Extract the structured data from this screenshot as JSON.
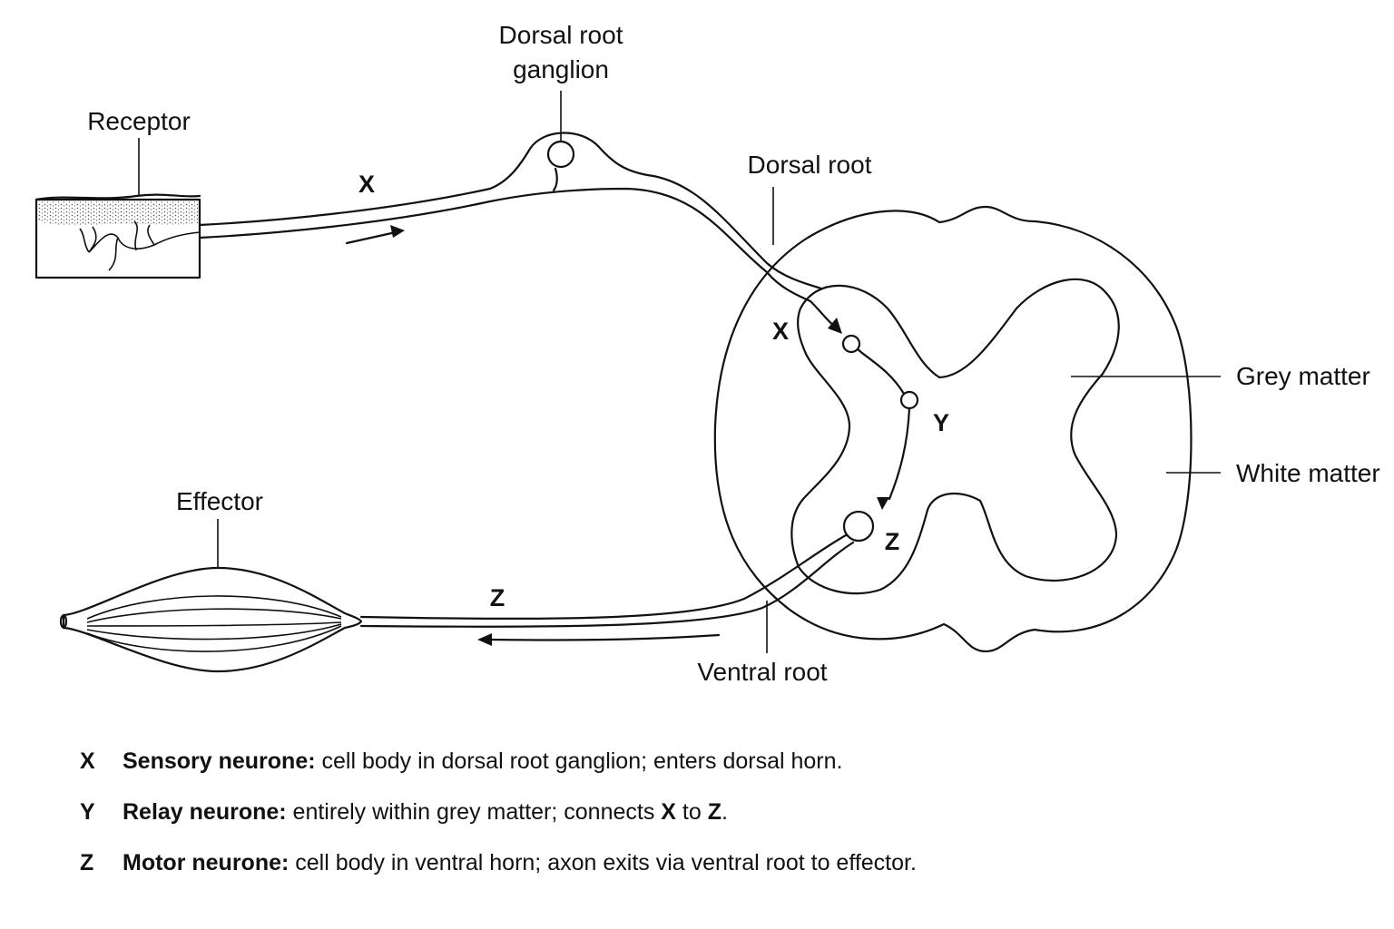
{
  "labels": {
    "receptor": "Receptor",
    "ganglion_line1": "Dorsal root",
    "ganglion_line2": "ganglion",
    "dorsal_root": "Dorsal root",
    "grey_matter": "Grey matter",
    "white_matter": "White matter",
    "effector": "Effector",
    "ventral_root": "Ventral root"
  },
  "letters": {
    "x_axon": "X",
    "x_horn": "X",
    "y": "Y",
    "z_body": "Z",
    "z_axon": "Z"
  },
  "legend": [
    {
      "key": "X",
      "term": "Sensory neurone:",
      "text": " cell body in dorsal root ganglion; enters dorsal horn."
    },
    {
      "key": "Y",
      "term": "Relay neurone:",
      "text_before": " entirely within grey matter; connects ",
      "bold1": "X",
      "text_mid": " to ",
      "bold2": "Z",
      "text_after": "."
    },
    {
      "key": "Z",
      "term": "Motor neurone:",
      "text": " cell body in ventral horn; axon exits via ventral root to effector."
    }
  ]
}
